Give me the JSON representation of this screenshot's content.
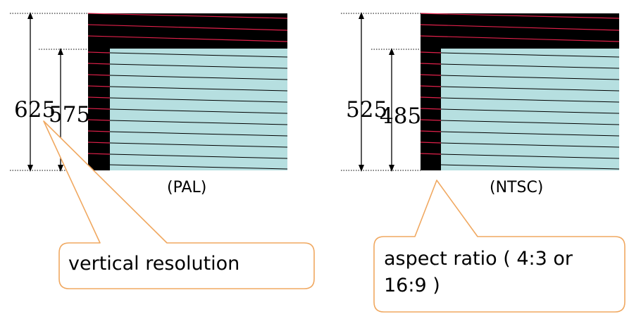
{
  "diagrams": [
    {
      "caption": "(PAL)",
      "total_lines_label": "625",
      "visible_lines_label": "575"
    },
    {
      "caption": "(NTSC)",
      "total_lines_label": "525",
      "visible_lines_label": "485"
    }
  ],
  "callouts": [
    {
      "text": "vertical resolution"
    },
    {
      "text": "aspect ratio ( 4:3  or 16:9 )"
    }
  ],
  "colors": {
    "blanking": "#000000",
    "picture_area": "#b6dfe0",
    "scan_line_red": "#e0204a",
    "scan_line_black": "#000000",
    "callout_border": "#f0a860"
  }
}
